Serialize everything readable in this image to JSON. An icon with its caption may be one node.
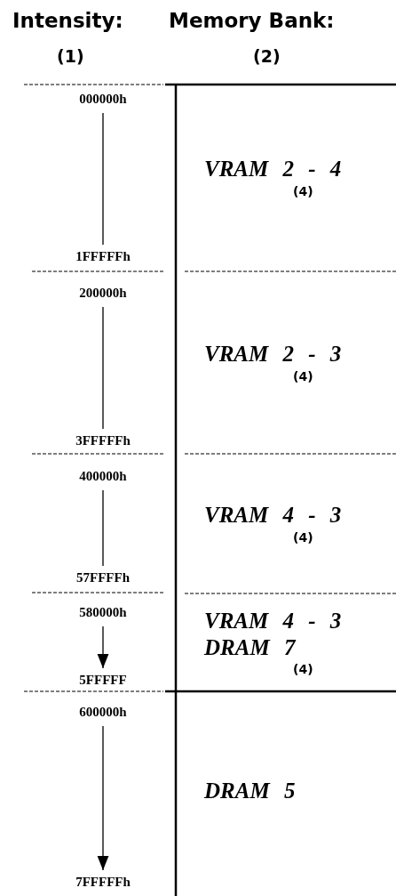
{
  "diagram": {
    "nodes": [
      {
        "text": [
          "000000h"
        ]
      },
      {
        "text": [
          "1FFFFFh"
        ]
      },
      {
        "text": [
          "200000h"
        ]
      },
      {
        "text": [
          "3FFFFFh"
        ]
      },
      {
        "text": [
          "400000h"
        ]
      },
      {
        "text": [
          "57FFFFh"
        ]
      },
      {
        "text": [
          "580000h"
        ]
      },
      {
        "text": [
          "5FFFFF"
        ]
      },
      {
        "text": [
          "600000h"
        ]
      },
      {
        "text": [
          "7FFFFFh"
        ]
      },
      {
        "text": [
          "VRAM 2 - 4",
          "(4)"
        ]
      },
      {
        "text": [
          "VRAM 2 - 3",
          "(4)"
        ]
      },
      {
        "text": [
          "VRAM 4 - 3",
          "(4)"
        ]
      },
      {
        "text": [
          "VRAM 4 - 3",
          "DRAM 7",
          "(4)"
        ]
      },
      {
        "text": [
          "DRAM 5"
        ]
      }
    ],
    "edges": [
      {
        "from": 0,
        "to": 1,
        "arrow": "none"
      },
      {
        "from": 2,
        "to": 3,
        "arrow": "none"
      },
      {
        "from": 4,
        "to": 5,
        "arrow": "none"
      },
      {
        "from": 6,
        "to": 7,
        "arrow": "to"
      },
      {
        "from": 8,
        "to": 9,
        "arrow": "to"
      }
    ],
    "labels": [
      "Intensity:",
      "Memory Bank:",
      "(1)",
      "(2)"
    ]
  }
}
